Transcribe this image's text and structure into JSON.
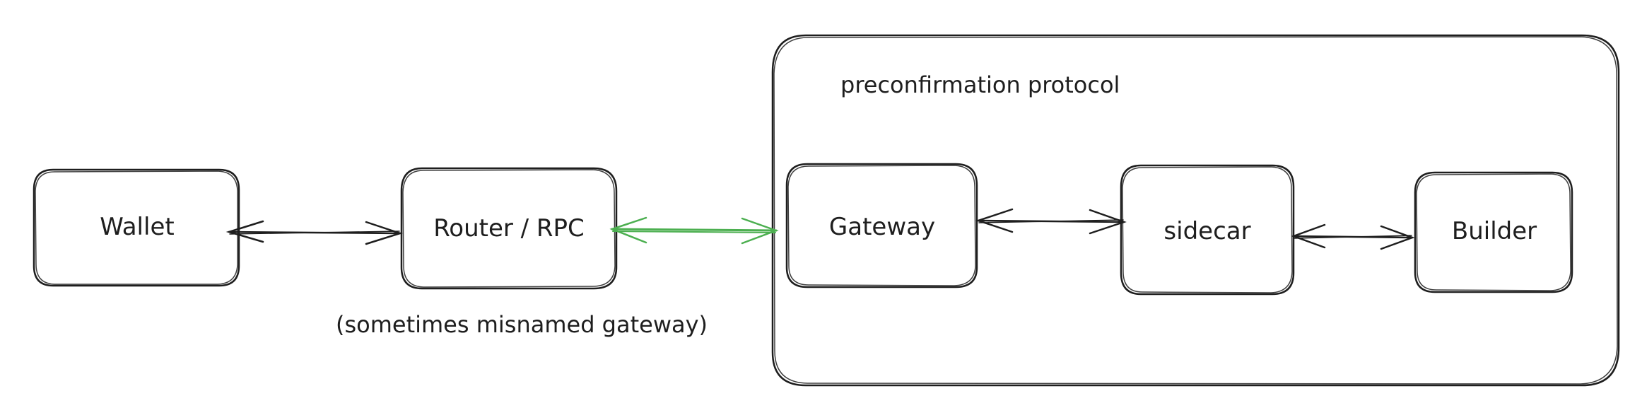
{
  "diagram": {
    "container_label": "preconfirmation protocol",
    "nodes": {
      "wallet": "Wallet",
      "router": "Router / RPC",
      "gateway": "Gateway",
      "sidecar": "sidecar",
      "builder": "Builder"
    },
    "router_note": "(sometimes misnamed gateway)",
    "colors": {
      "stroke": "#1e1e1e",
      "highlight_edge": "#4caf50",
      "background": "#ffffff"
    }
  }
}
